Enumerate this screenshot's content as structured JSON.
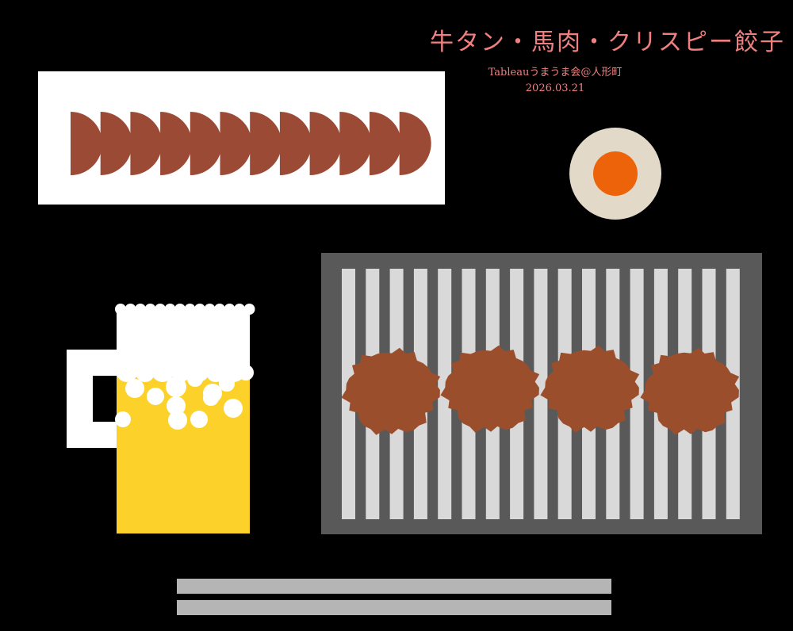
{
  "header": {
    "title": "牛タン・馬肉・クリスピー餃子",
    "subtitle": "Tableauうまうま会@人形町",
    "date": "2026.03.21"
  },
  "colors": {
    "background": "#000000",
    "title": "#f08080",
    "dumpling": "#9b4a36",
    "dumpling_plate": "#ffffff",
    "egg_white": "#e2d9c8",
    "egg_yolk": "#ec6309",
    "beer": "#fcd22a",
    "foam": "#ffffff",
    "grill_frame": "#595959",
    "grill_bar": "#d9d9d9",
    "meat": "#9a4e2c",
    "chopsticks": "#b5b5b5"
  },
  "icons": {
    "dumplings": "crispy-gyoza-illustration",
    "egg": "egg-yolk-dish-illustration",
    "beer": "beer-mug-illustration",
    "grill": "grill-with-beef-tongue-illustration",
    "chopsticks": "chopsticks-illustration"
  },
  "counts": {
    "dumplings": 12,
    "grill_bars": 17,
    "meat_slices": 4
  }
}
